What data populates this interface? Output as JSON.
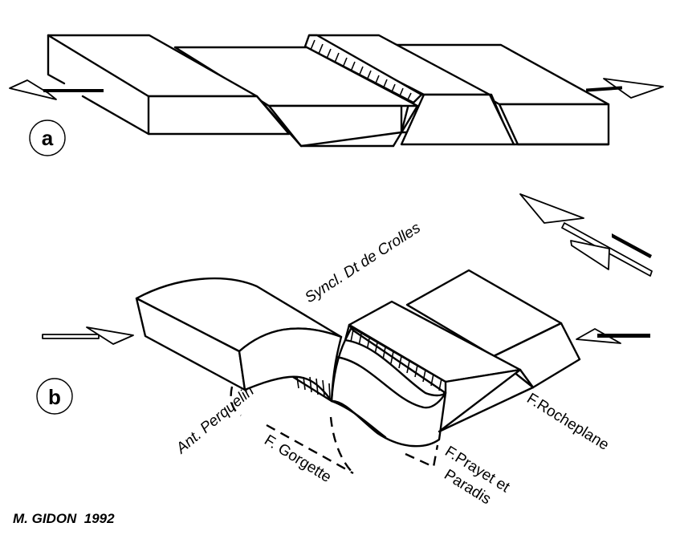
{
  "figure": {
    "panels": [
      {
        "id": "a",
        "label": "a",
        "description_labels": []
      },
      {
        "id": "b",
        "label": "b"
      }
    ],
    "labels": {
      "syncline": "Syncl. Dt de Crolles",
      "anticline": "Ant. Perquelin",
      "fault_gorgette": "F. Gorgette",
      "fault_prayet_line1": "F.Prayet et",
      "fault_prayet_line2": "Paradis",
      "fault_rocheplane": "F.Rocheplane"
    },
    "credit": "M. GIDON  1992",
    "colors": {
      "ink": "#000000",
      "paper": "#ffffff"
    }
  }
}
